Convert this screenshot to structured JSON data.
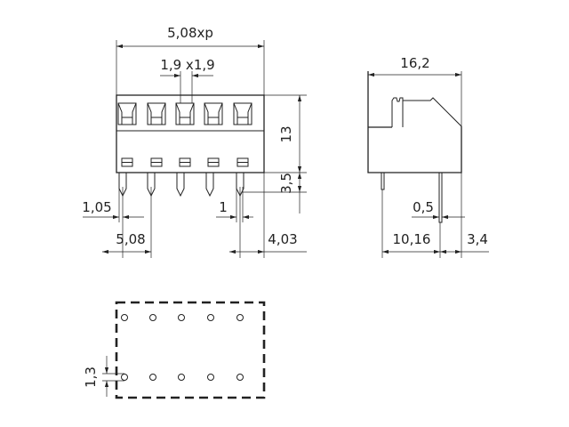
{
  "front_view": {
    "pitch_total": "5,08xp",
    "opening_size": "1,9 x1,9",
    "height": "13",
    "pin_length": "3,5",
    "pin_width": "1,05",
    "pitch": "5,08",
    "pin_thickness": "1",
    "edge_offset": "4,03"
  },
  "side_view": {
    "depth": "16,2",
    "pin_width": "0,5",
    "pin_spacing": "10,16",
    "edge_offset": "3,4"
  },
  "footprint": {
    "hole_diameter": "1,3"
  }
}
